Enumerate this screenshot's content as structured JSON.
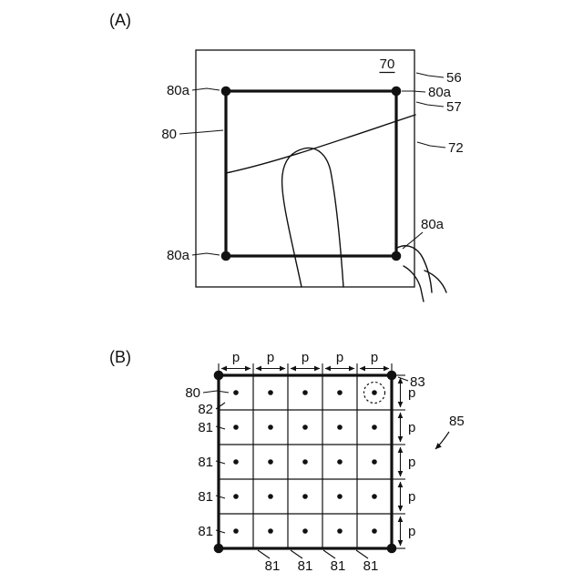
{
  "figure_a": {
    "title": "(A)",
    "refs": {
      "r70": "70",
      "r56": "56",
      "r57": "57",
      "r72": "72",
      "r80": "80",
      "r80a": "80a"
    }
  },
  "figure_b": {
    "title": "(B)",
    "pitch": "p",
    "refs": {
      "r80": "80",
      "r81": "81",
      "r82": "82",
      "r83": "83",
      "r85": "85"
    },
    "grid": {
      "rows": 5,
      "cols": 5
    }
  }
}
